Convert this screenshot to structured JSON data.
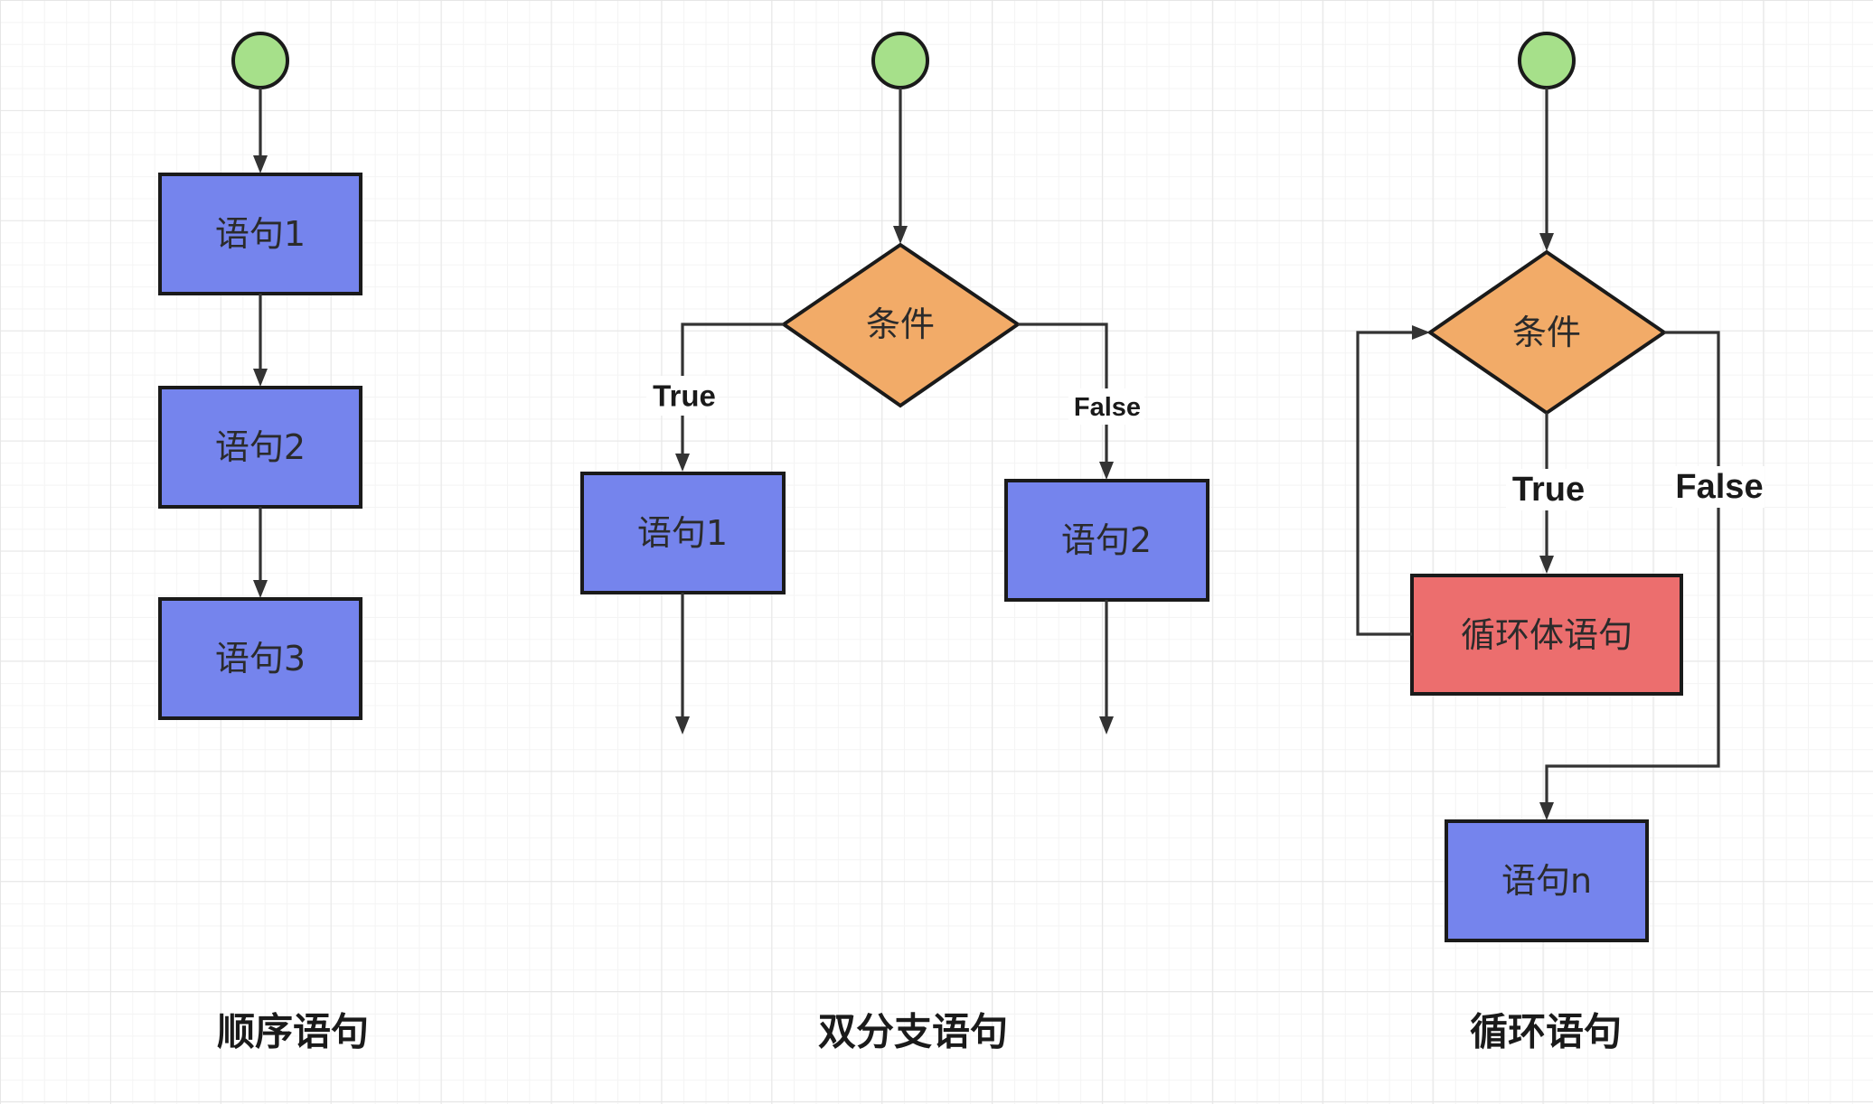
{
  "colors": {
    "start": "#a6e08a",
    "statement": "#7584ed",
    "condition": "#f2ab68",
    "loop_body": "#ec6e6e",
    "line": "#333333"
  },
  "sequence": {
    "caption": "顺序语句",
    "stmt1": "语句1",
    "stmt2": "语句2",
    "stmt3": "语句3"
  },
  "branch": {
    "caption": "双分支语句",
    "condition": "条件",
    "true_label": "True",
    "false_label": "False",
    "stmt1": "语句1",
    "stmt2": "语句2"
  },
  "loop": {
    "caption": "循环语句",
    "condition": "条件",
    "true_label": "True",
    "false_label": "False",
    "body": "循环体语句",
    "stmt_n": "语句n"
  }
}
